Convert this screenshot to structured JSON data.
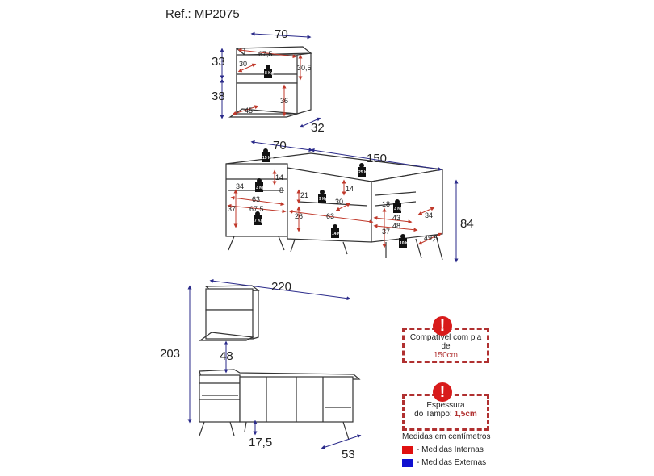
{
  "reference": "Ref.: MP2075",
  "top_unit": {
    "width": "70",
    "height_top": "33",
    "height_bottom": "38",
    "depth": "32",
    "inner_width": "67,5",
    "inner_depth": "30",
    "inner_height": "30,5",
    "niche_height": "36",
    "door_depth": "45",
    "weight": "8 Kg"
  },
  "bottom_unit": {
    "left_width": "70",
    "right_width": "150",
    "height": "84",
    "left": {
      "top_weight": "15 Kg",
      "drawer_weight": "3 Kg",
      "shelf_weight": "7 Kg",
      "drawer_h": "14",
      "drawer_depth": "34",
      "inner_a": "63",
      "inner_b": "67,5",
      "low_h": "37",
      "side": "8"
    },
    "right": {
      "top_weight": "25 Kg",
      "shelf_weight": "9 Kg",
      "bottom_weight": "14 Kg",
      "drawer_weight": "3 Kg",
      "side_weight": "10 Kg",
      "h14": "14",
      "h21": "21",
      "h26": "26",
      "w30": "30",
      "w63": "63",
      "h18": "18",
      "w43": "43",
      "w48": "48",
      "h37": "37",
      "d34": "34",
      "d49": "49,5"
    }
  },
  "overview": {
    "width": "220",
    "height": "203",
    "depth_upper": "48",
    "leg_h": "17,5",
    "depth": "53"
  },
  "notes": [
    {
      "text": "Compatível com pia de",
      "highlight": "150cm",
      "icon": "alert-icon"
    },
    {
      "text": "Espessura",
      "text2": "do Tampo:",
      "highlight": "1,5cm",
      "icon": "alert-icon"
    }
  ],
  "legend": {
    "title": "Medidas em centímetros",
    "internal": "- Medidas Internas",
    "external": "- Medidas Externas",
    "internal_color": "#e01010",
    "external_color": "#1010d0"
  }
}
